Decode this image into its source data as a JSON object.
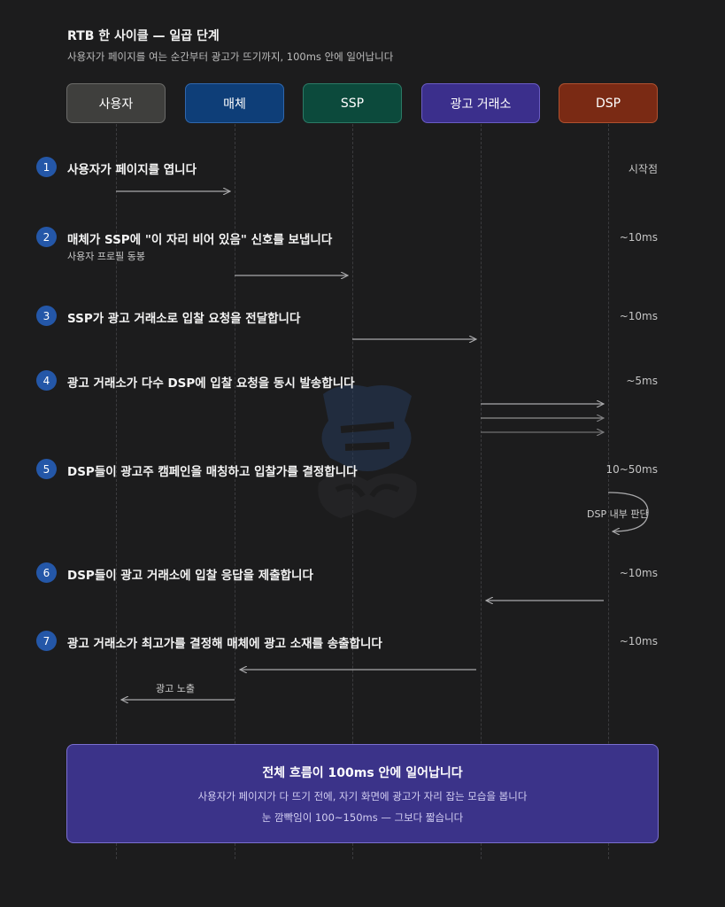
{
  "header": {
    "title": "RTB 한 사이클 — 일곱 단계",
    "subtitle": "사용자가 페이지를 여는 순간부터 광고가 뜨기까지, 100ms 안에 일어납니다"
  },
  "actors": [
    {
      "label": "사용자",
      "color": "#3f3f3d"
    },
    {
      "label": "매체",
      "color": "#0e3e78"
    },
    {
      "label": "SSP",
      "color": "#0c4a3c"
    },
    {
      "label": "광고 거래소",
      "color": "#3b2f8c"
    },
    {
      "label": "DSP",
      "color": "#7a2a14"
    }
  ],
  "steps": [
    {
      "num": "1",
      "text": "사용자가 페이지를 엽니다",
      "time": "시작점"
    },
    {
      "num": "2",
      "text": "매체가 SSP에 \"이 자리 비어 있음\" 신호를 보냅니다",
      "sub": "사용자 프로필 동봉",
      "time": "~10ms"
    },
    {
      "num": "3",
      "text": "SSP가 광고 거래소로 입찰 요청을 전달합니다",
      "time": "~10ms"
    },
    {
      "num": "4",
      "text": "광고 거래소가 다수 DSP에 입찰 요청을 동시 발송합니다",
      "time": "~5ms"
    },
    {
      "num": "5",
      "text": "DSP들이 광고주 캠페인을 매칭하고 입찰가를 결정합니다",
      "time": "10~50ms"
    },
    {
      "num": "6",
      "text": "DSP들이 광고 거래소에 입찰 응답을 제출합니다",
      "time": "~10ms"
    },
    {
      "num": "7",
      "text": "광고 거래소가 최고가를 결정해 매체에 광고 소재를 송출합니다",
      "time": "~10ms"
    }
  ],
  "labels": {
    "dsp_internal": "DSP 내부 판단",
    "ad_impression": "광고 노출"
  },
  "summary": {
    "title": "전체 흐름이 100ms 안에 일어납니다",
    "line1": "사용자가 페이지가 다 뜨기 전에, 자기 화면에 광고가 자리 잡는 모습을 봅니다",
    "line2": "눈 깜빡임이 100~150ms — 그보다 짧습니다"
  },
  "colors": {
    "background": "#1c1c1d",
    "step_badge": "#2457a8",
    "summary_bg": "#3b3389",
    "summary_border": "#7a6fd0",
    "arrow": "#a9a9ab"
  }
}
